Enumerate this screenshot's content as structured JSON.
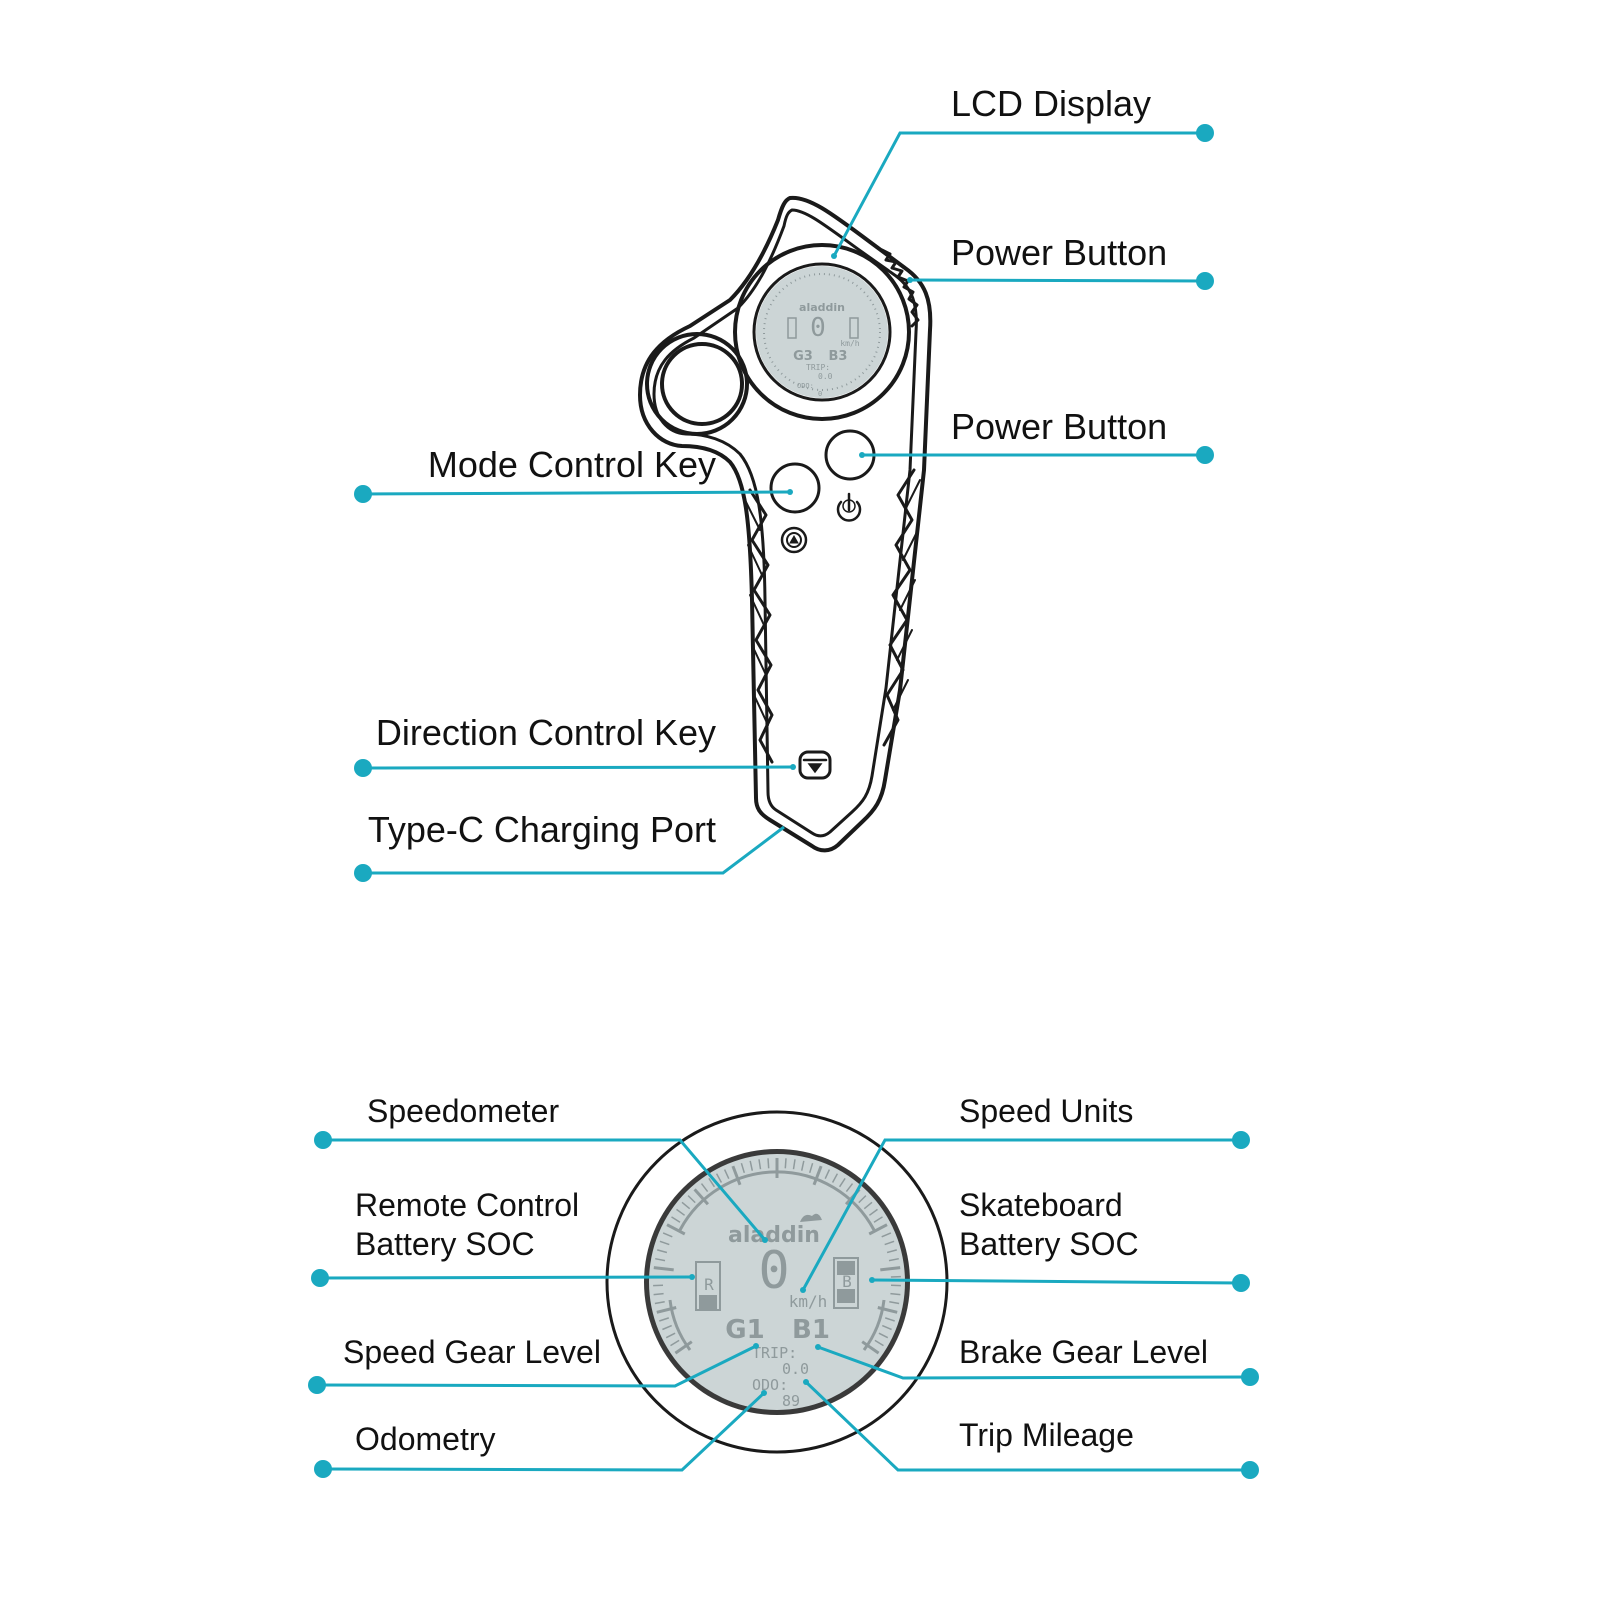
{
  "colors": {
    "leader": "#1aa9c0",
    "outline": "#1a1a1a",
    "lcd_face": "#ccd5d6",
    "lcd_ink": "#8f9a9c"
  },
  "callouts_top": {
    "lcd_display": "LCD Display",
    "power_button_1": "Power Button",
    "power_button_2": "Power Button",
    "mode_control_key": "Mode Control Key",
    "direction_control_key": "Direction Control Key",
    "type_c_charging_port": "Type-C Charging Port"
  },
  "callouts_bottom": {
    "speedometer": "Speedometer",
    "remote_battery_line1": "Remote Control",
    "remote_battery_line2": "Battery SOC",
    "speed_gear_level": "Speed Gear Level",
    "odometry": "Odometry",
    "speed_units": "Speed Units",
    "skateboard_battery_line1": "Skateboard",
    "skateboard_battery_line2": "Battery SOC",
    "brake_gear_level": "Brake Gear Level",
    "trip_mileage": "Trip Mileage"
  },
  "lcd_small": {
    "brand": "aladdin",
    "speed": "0",
    "unit": "km/h",
    "gear": "G3",
    "brake": "B3",
    "trip_label": "TRIP:",
    "trip_value": "0.0",
    "odo_label": "ODO:",
    "odo_value": "0"
  },
  "lcd_large": {
    "brand": "aladdin",
    "speed": "0",
    "unit": "km/h",
    "gear": "G1",
    "brake": "B1",
    "remote_letter": "R",
    "board_letter": "B",
    "trip_label": "TRIP:",
    "trip_value": "0.0",
    "odo_label": "ODO:",
    "odo_value": "89"
  }
}
